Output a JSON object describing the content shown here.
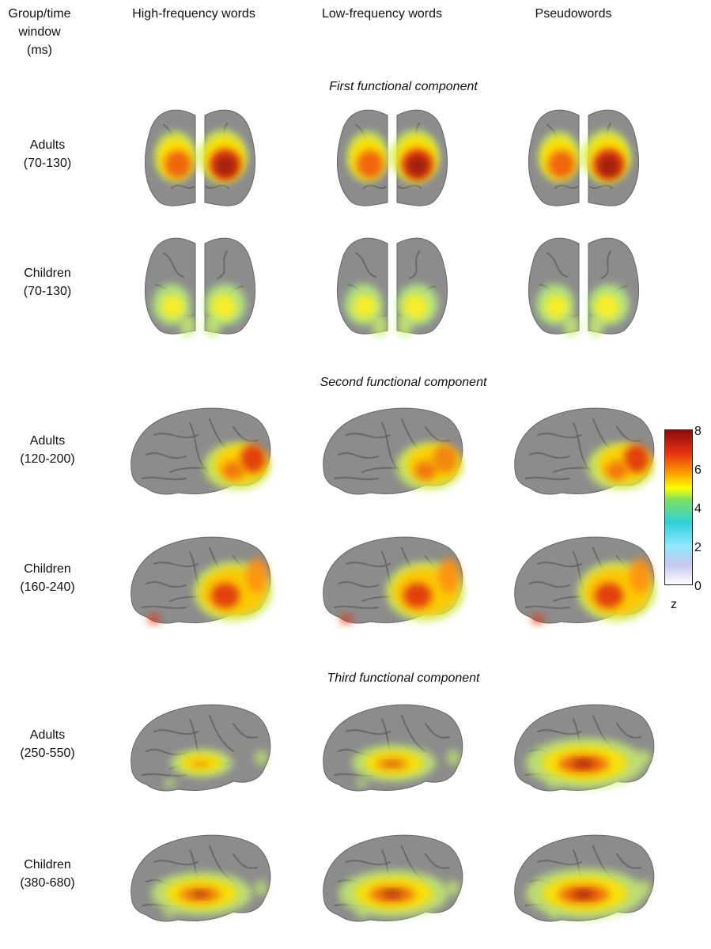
{
  "header": {
    "group_label_line1": "Group/time",
    "group_label_line2": "window",
    "group_label_line3": "(ms)",
    "columns": [
      "High-frequency words",
      "Low-frequency words",
      "Pseudowords"
    ]
  },
  "sections": [
    {
      "title": "First functional component",
      "view": "posterior",
      "rows": [
        {
          "group": "Adults",
          "window": "(70-130)"
        },
        {
          "group": "Children",
          "window": "(70-130)"
        }
      ]
    },
    {
      "title": "Second functional component",
      "view": "lateral-occipital",
      "rows": [
        {
          "group": "Adults",
          "window": "(120-200)"
        },
        {
          "group": "Children",
          "window": "(160-240)"
        }
      ]
    },
    {
      "title": "Third functional component",
      "view": "lateral-temporal",
      "rows": [
        {
          "group": "Adults",
          "window": "(250-550)"
        },
        {
          "group": "Children",
          "window": "(380-680)"
        }
      ]
    }
  ],
  "colorbar": {
    "ticks": [
      "8",
      "6",
      "4",
      "2",
      "0"
    ],
    "unit": "z",
    "colors": [
      "#8b0d0d",
      "#e83010",
      "#ffa000",
      "#ffff00",
      "#80e060",
      "#30d0d8",
      "#8fe8ff",
      "#c8c8f0",
      "#ffffff"
    ]
  }
}
